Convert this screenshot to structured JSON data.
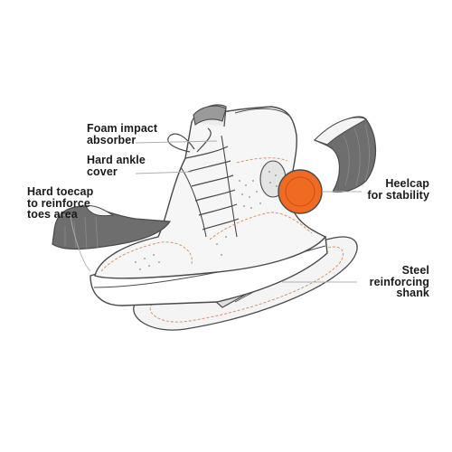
{
  "labels": {
    "foam": {
      "line1": "Foam impact",
      "line2": "absorber"
    },
    "ankle": {
      "line1": "Hard ankle",
      "line2": "cover"
    },
    "toecap": {
      "line1": "Hard toecap",
      "line2": "to reinforce",
      "line3": "toes area"
    },
    "heelcap": {
      "line1": "Heelcap",
      "line2": "for stability"
    },
    "shank": {
      "line1": "Steel",
      "line2": "reinforcing",
      "line3": "shank"
    }
  },
  "colors": {
    "outline": "#4a4a4a",
    "grey_part": "#6e6e6e",
    "orange_accent": "#f06a22",
    "stitch": "#d98a5a",
    "leader": "#b0b0b0"
  }
}
